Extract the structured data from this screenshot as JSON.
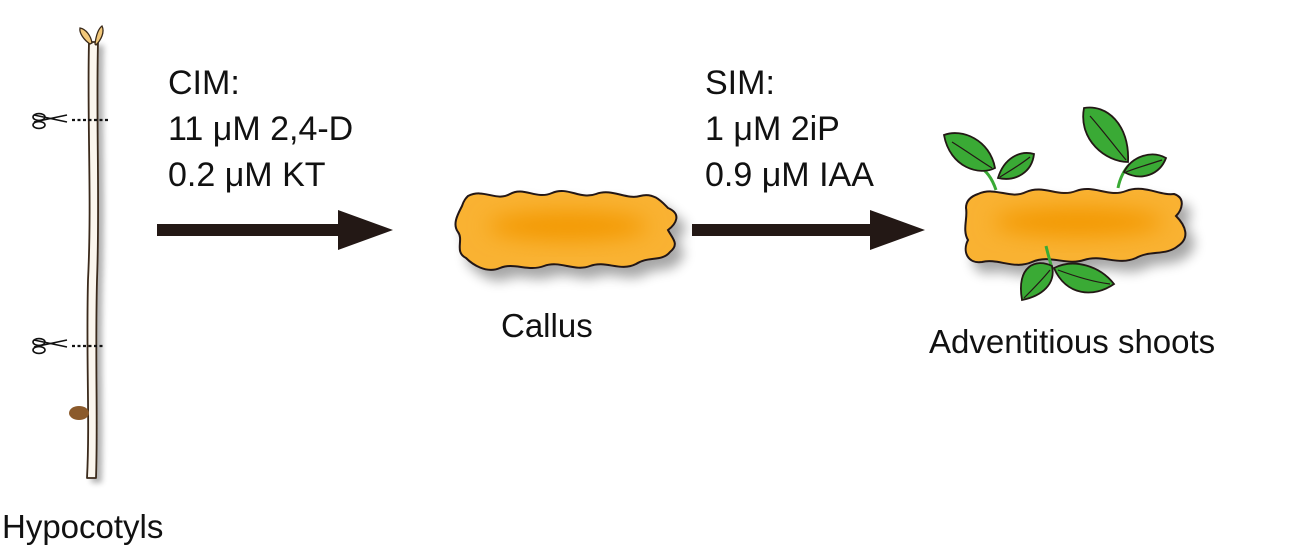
{
  "stages": {
    "hypocotyls": {
      "label": "Hypocotyls"
    },
    "callus": {
      "label": "Callus"
    },
    "shoots": {
      "label": "Adventitious shoots"
    }
  },
  "steps": {
    "cim": {
      "medium": "CIM:",
      "lines": [
        "11 μM 2,4-D",
        "0.2 μM KT"
      ]
    },
    "sim": {
      "medium": "SIM:",
      "lines": [
        "1 μM 2iP",
        "0.9 μM IAA"
      ]
    }
  },
  "colors": {
    "callus_fill": "#f9b233",
    "callus_core": "#f39800",
    "leaf": "#3aaa35",
    "arrow": "#231815",
    "seed": "#8b5a2b"
  }
}
